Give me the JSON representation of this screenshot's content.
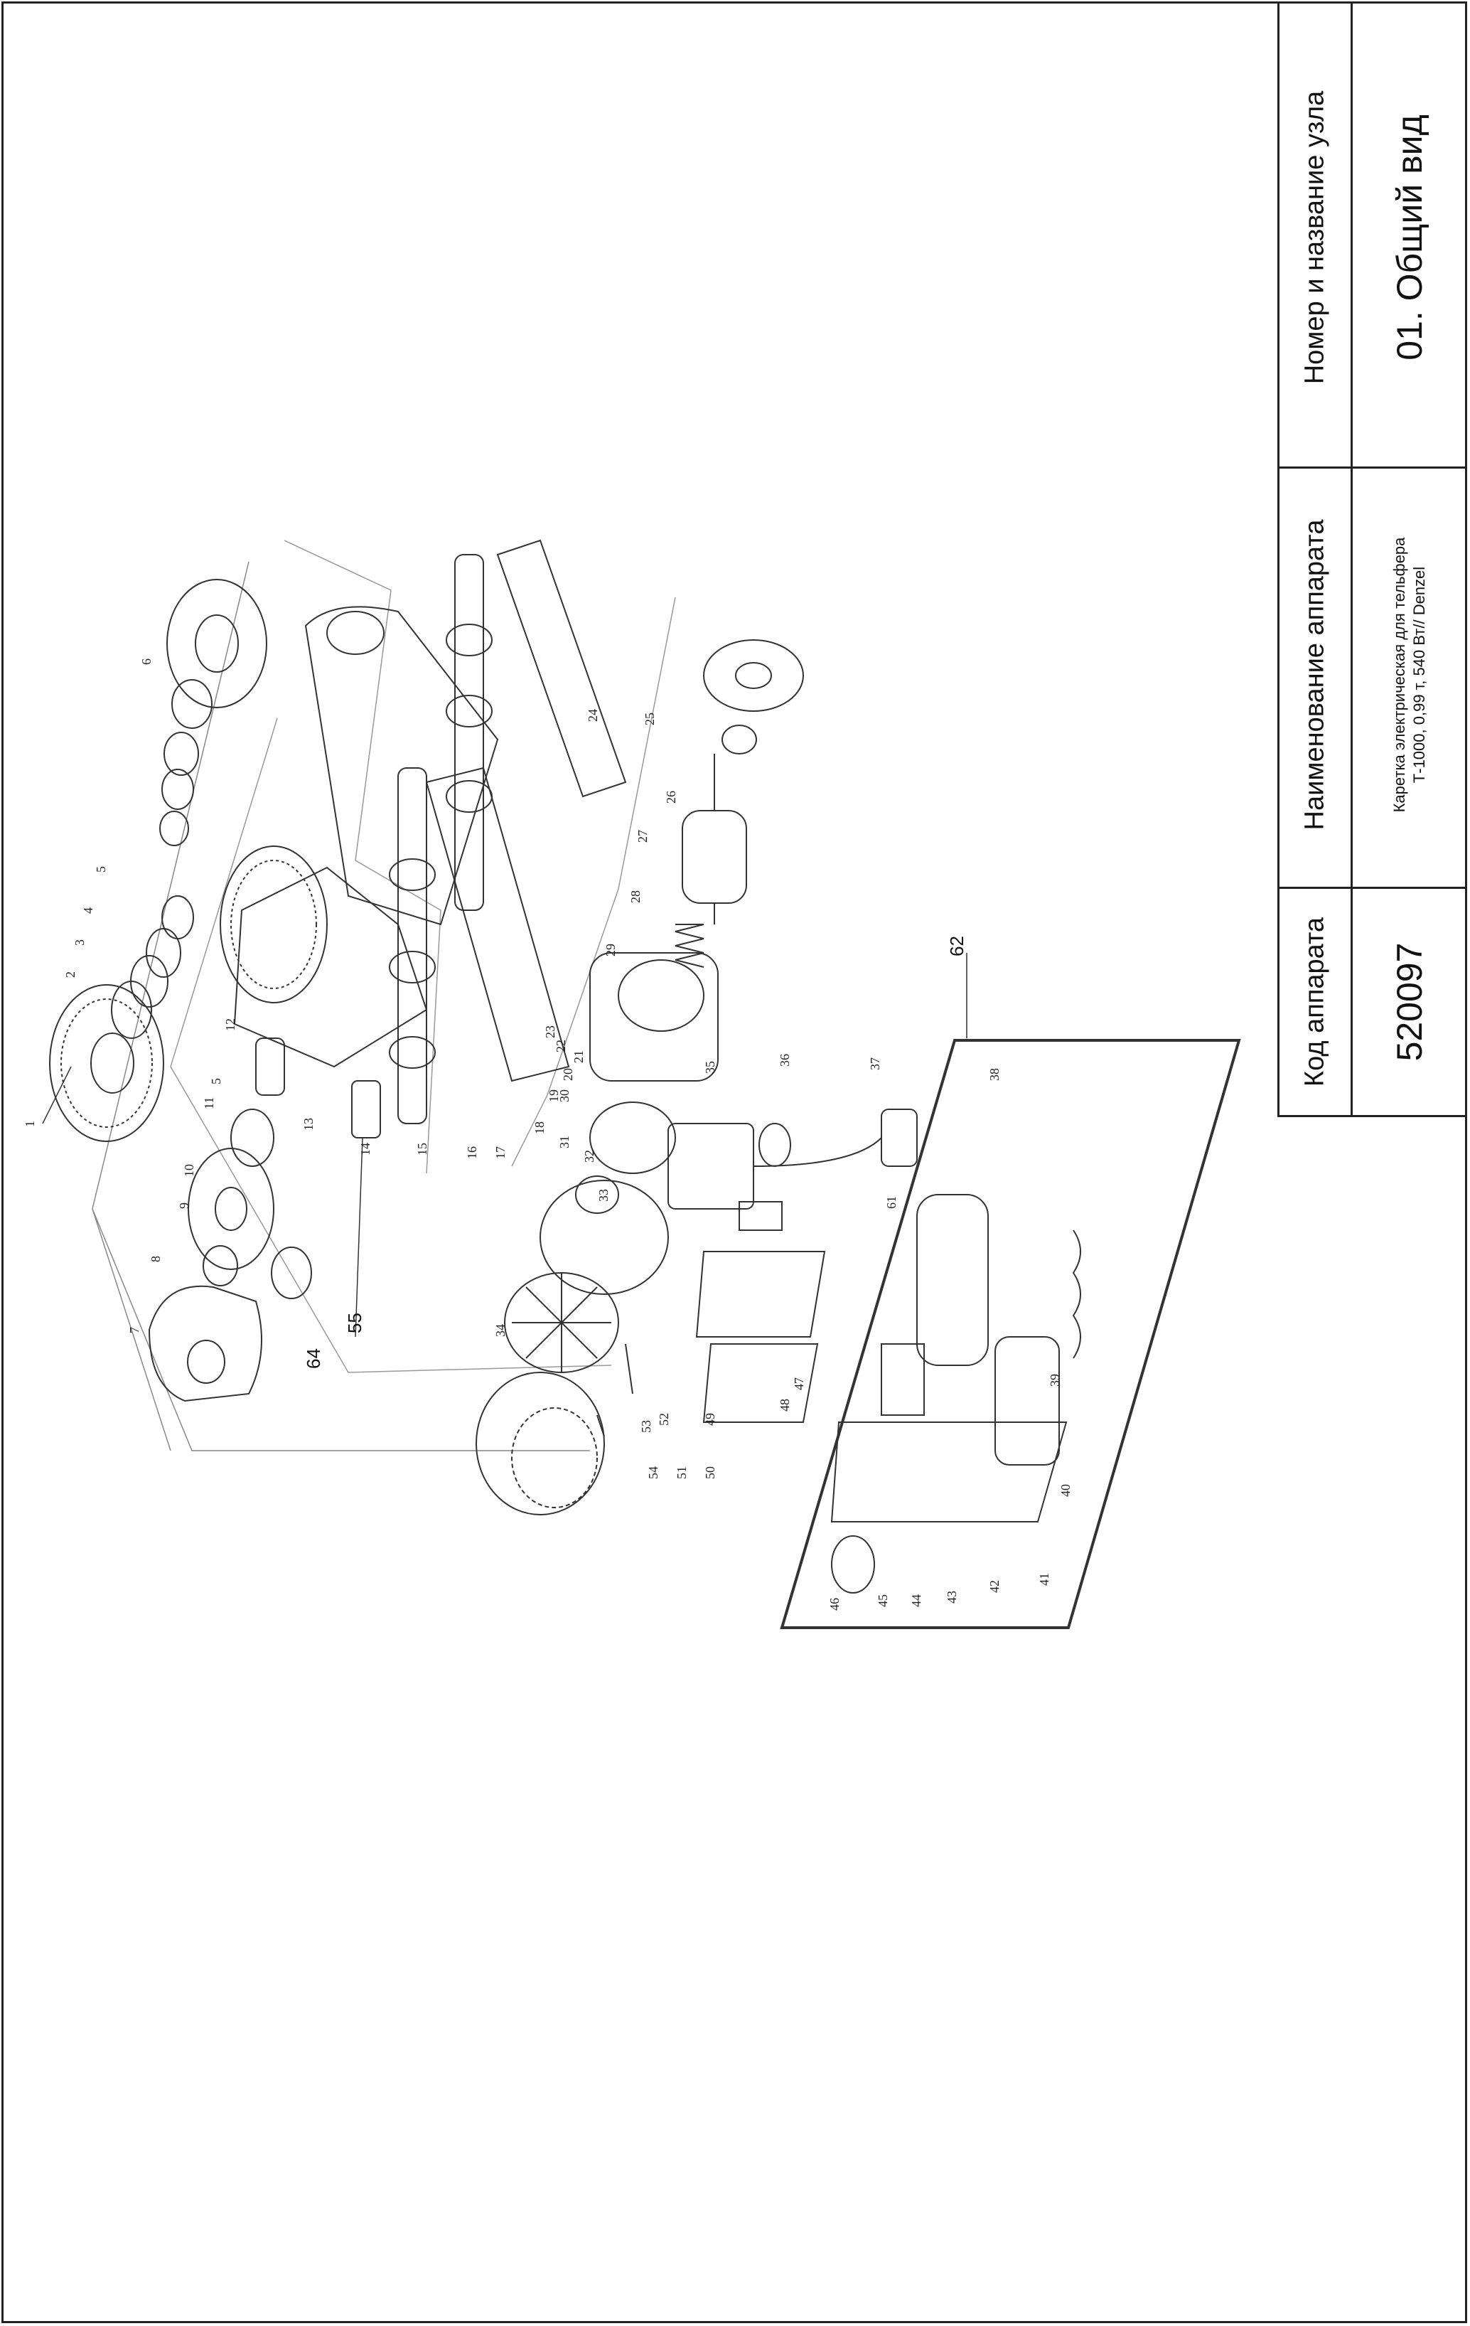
{
  "stamp": {
    "code_header": "Код аппарата",
    "code_value": "520097",
    "name_header": "Наименование аппарата",
    "name_value_line1": "Каретка электрическая для тельфера",
    "name_value_line2": "Т-1000, 0,99 т, 540 Вт// Denzel",
    "node_header": "Номер и название узла",
    "node_value": "01. Общий вид"
  },
  "part_labels": [
    "1",
    "2",
    "3",
    "4",
    "5",
    "5",
    "6",
    "7",
    "8",
    "9",
    "10",
    "11",
    "12",
    "13",
    "14",
    "15",
    "16",
    "17",
    "18",
    "19",
    "20",
    "21",
    "22",
    "23",
    "24",
    "25",
    "26",
    "27",
    "28",
    "29",
    "30",
    "31",
    "32",
    "33",
    "34",
    "35",
    "36",
    "37",
    "38",
    "39",
    "40",
    "41",
    "42",
    "43",
    "44",
    "45",
    "46",
    "47",
    "48",
    "49",
    "50",
    "51",
    "52",
    "53",
    "54",
    "55",
    "61",
    "62",
    "64"
  ]
}
